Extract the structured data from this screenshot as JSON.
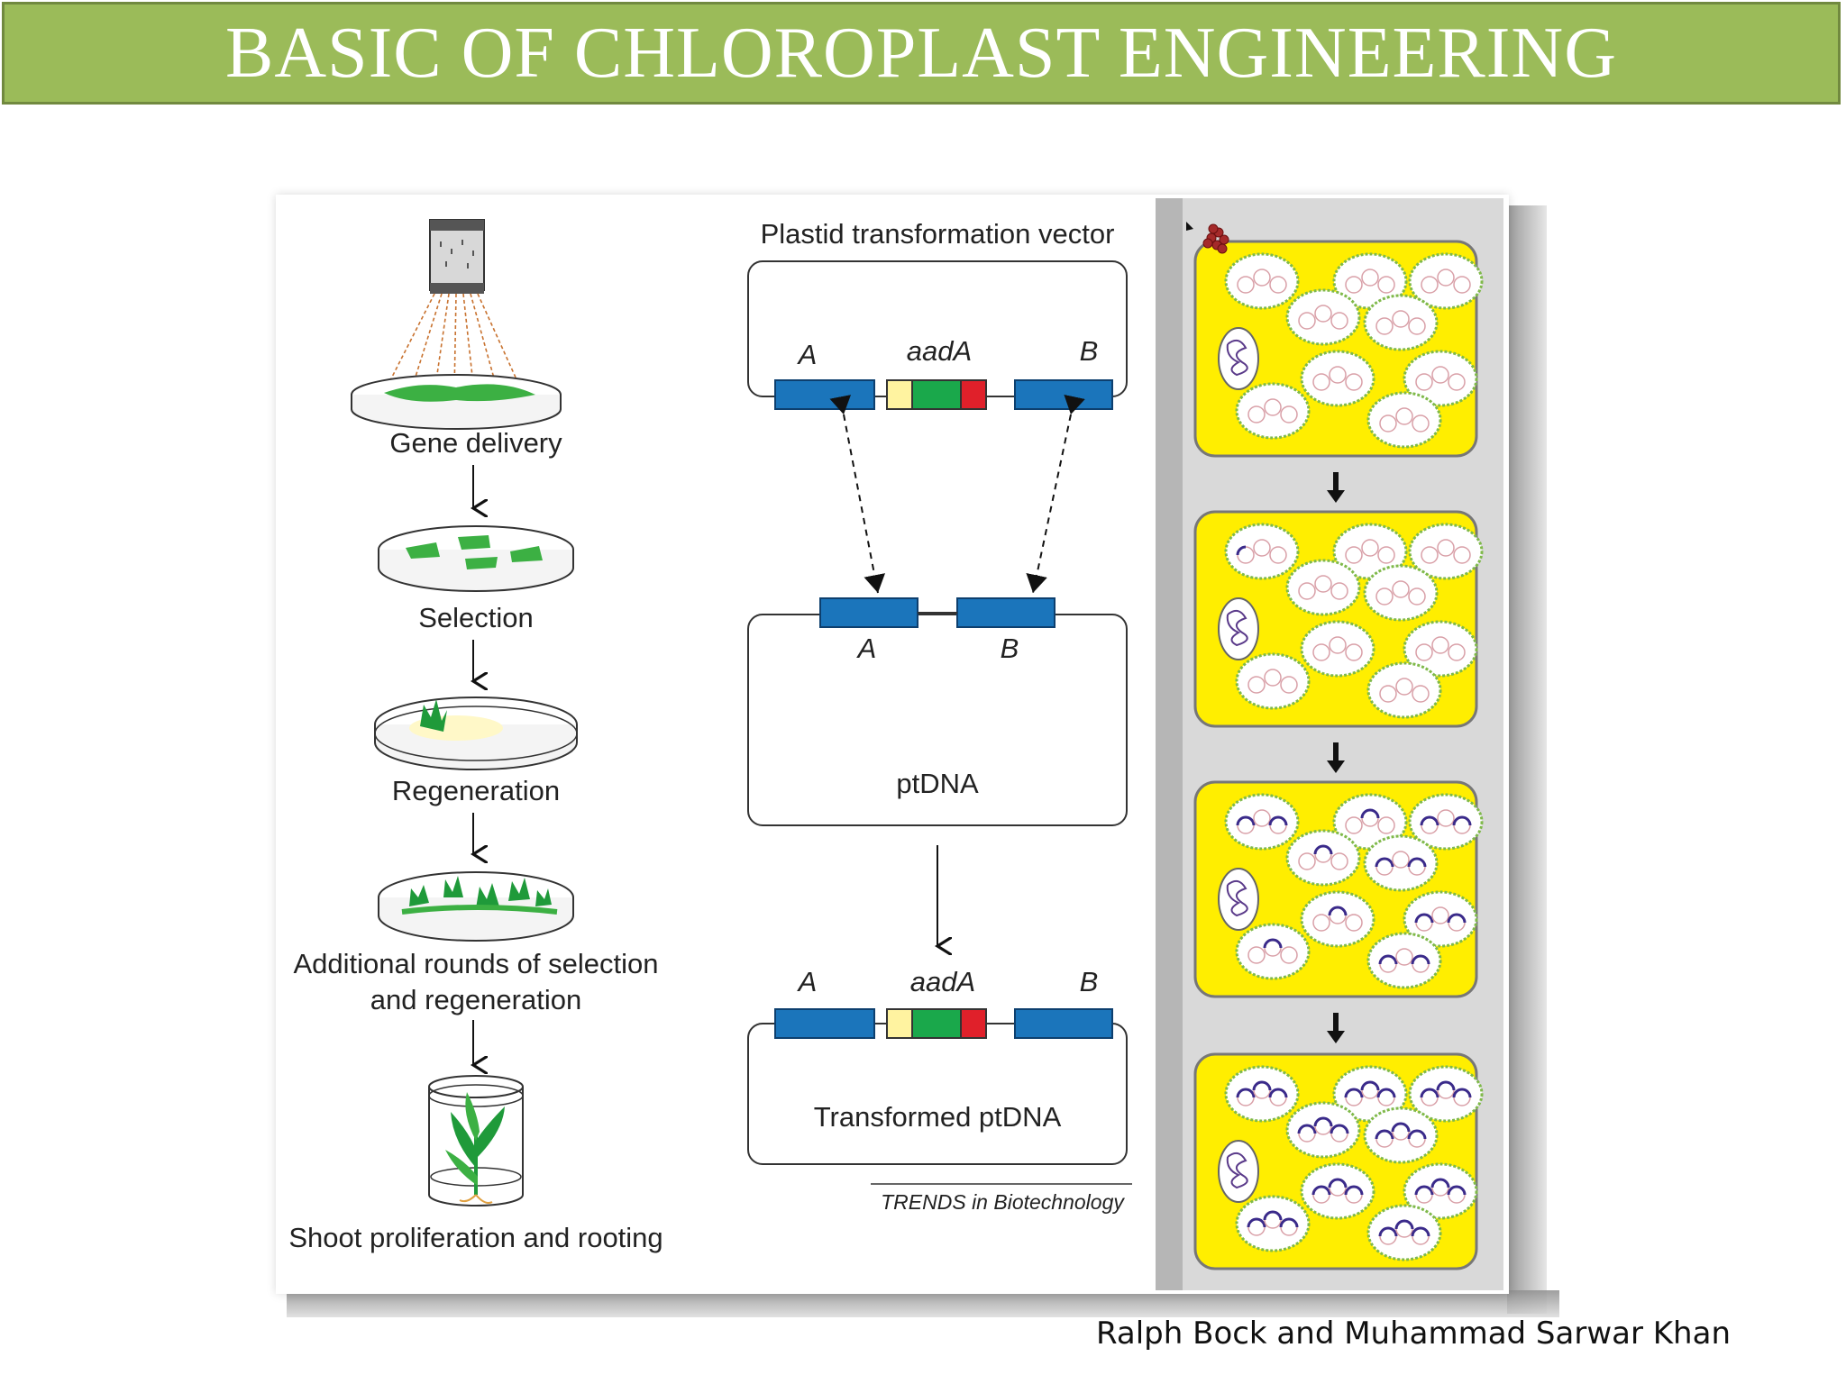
{
  "slide": {
    "title": "BASIC OF CHLOROPLAST ENGINEERING",
    "credit": "Ralph Bock and Muhammad Sarwar Khan"
  },
  "steps": {
    "gene_delivery": "Gene delivery",
    "selection": "Selection",
    "regeneration": "Regeneration",
    "additional_line1": "Additional rounds of selection",
    "additional_line2": "and  regeneration",
    "shoot": "Shoot proliferation and rooting"
  },
  "vector": {
    "title": "Plastid transformation vector",
    "flank_a": "A",
    "gene": "aadA",
    "flank_b": "B"
  },
  "ptdna": {
    "flank_a": "A",
    "flank_b": "B",
    "label": "ptDNA"
  },
  "transformed": {
    "flank_a": "A",
    "gene": "aadA",
    "flank_b": "B",
    "label": "Transformed ptDNA"
  },
  "source": "TRENDS in Biotechnology",
  "colors": {
    "title_bar": "#9bbb59",
    "flank": "#1b75bb",
    "promoter": "#fff3a0",
    "coding": "#1aa84b",
    "terminator": "#e0202a",
    "cell": "#ffee00",
    "plant": "#3cb043"
  }
}
